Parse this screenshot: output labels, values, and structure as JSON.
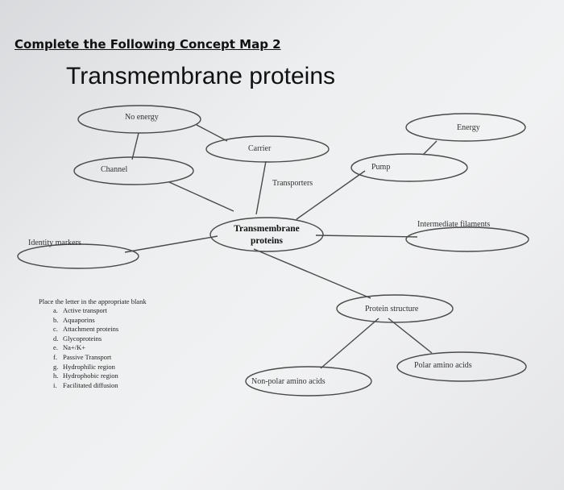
{
  "heading": "Complete the Following Concept Map 2",
  "title": "Transmembrane proteins",
  "nodes": {
    "no_energy": "No energy",
    "energy": "Energy",
    "carrier": "Carrier",
    "channel": "Channel",
    "pump": "Pump",
    "transporters": "Transporters",
    "center_line1": "Transmembrane",
    "center_line2": "proteins",
    "intermediate_filaments": "Intermediate filaments",
    "identity_markers": "Identity markers",
    "protein_structure": "Protein structure",
    "polar_amino_acids": "Polar amino acids",
    "nonpolar_amino_acids": "Non-polar amino acids"
  },
  "instructions": {
    "title": "Place the letter in the appropriate blank",
    "items": [
      {
        "letter": "a.",
        "text": "Active transport"
      },
      {
        "letter": "b.",
        "text": "Aquaporins"
      },
      {
        "letter": "c.",
        "text": "Attachment proteins"
      },
      {
        "letter": "d.",
        "text": "Glycoproteins"
      },
      {
        "letter": "e.",
        "text": "Na+/K+"
      },
      {
        "letter": "f.",
        "text": "Passive Transport"
      },
      {
        "letter": "g.",
        "text": "Hydrophilic region"
      },
      {
        "letter": "h.",
        "text": "Hydrophobic region"
      },
      {
        "letter": "i.",
        "text": "Facilitated diffusion"
      }
    ]
  }
}
